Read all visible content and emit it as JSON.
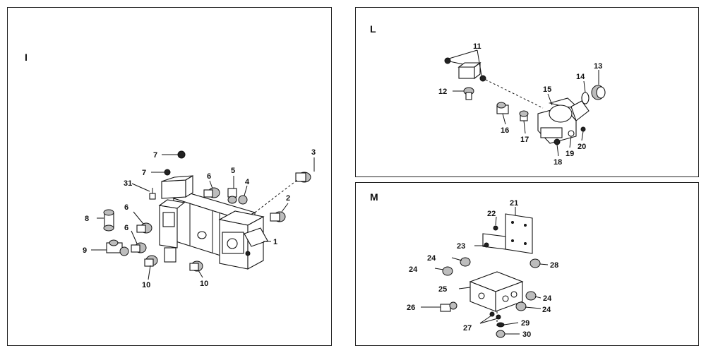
{
  "panels": {
    "i": {
      "label": "I",
      "callouts": [
        "1",
        "2",
        "3",
        "4",
        "5",
        "6",
        "6",
        "6",
        "7",
        "7",
        "8",
        "9",
        "10",
        "10",
        "31"
      ]
    },
    "l": {
      "label": "L",
      "callouts": [
        "11",
        "12",
        "13",
        "14",
        "15",
        "16",
        "17",
        "18",
        "19",
        "20"
      ]
    },
    "m": {
      "label": "M",
      "callouts": [
        "21",
        "22",
        "23",
        "24",
        "24",
        "24",
        "24",
        "25",
        "26",
        "27",
        "28",
        "29",
        "30"
      ]
    }
  }
}
